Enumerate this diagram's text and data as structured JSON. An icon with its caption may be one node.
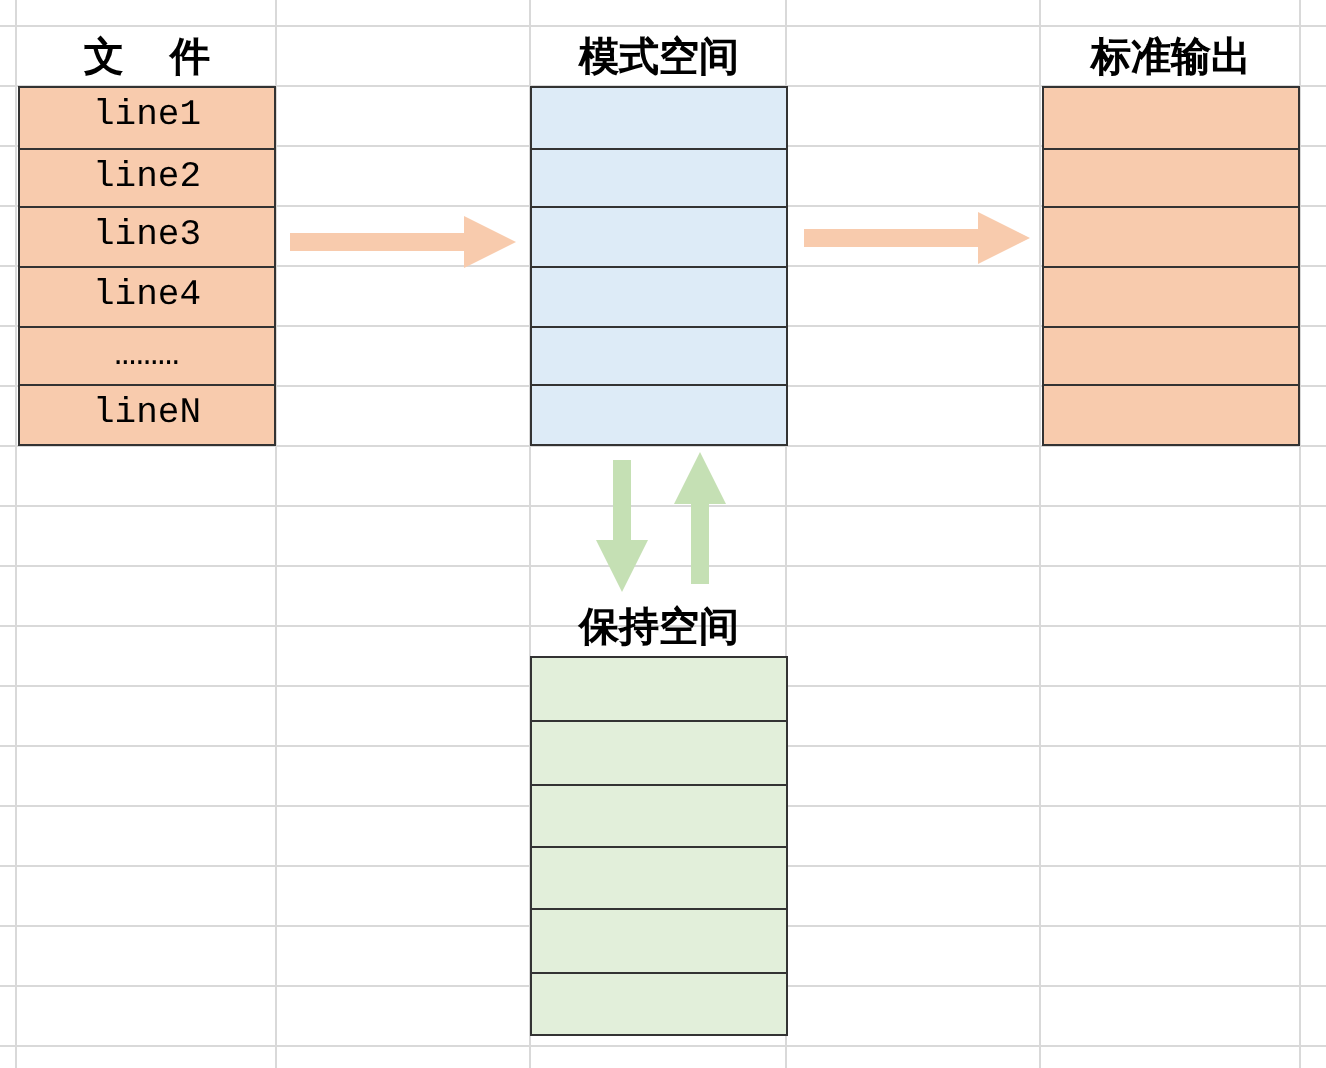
{
  "diagram": {
    "nodes": [
      {
        "text": [
          "文 件"
        ]
      },
      {
        "text": [
          "line1"
        ],
        "in": 0
      },
      {
        "text": [
          "line2"
        ],
        "in": 0
      },
      {
        "text": [
          "line3"
        ],
        "in": 0
      },
      {
        "text": [
          "line4"
        ],
        "in": 0
      },
      {
        "text": [
          "………"
        ],
        "in": 0
      },
      {
        "text": [
          "lineN"
        ],
        "in": 0
      },
      {
        "text": [
          "模式空间"
        ]
      },
      {
        "text": [
          "标准输出"
        ]
      },
      {
        "text": [
          "保持空间"
        ]
      }
    ],
    "edges": [
      {
        "from": 0,
        "to": 7,
        "arrow": "to",
        "color": "#f8cbad"
      },
      {
        "from": 7,
        "to": 8,
        "arrow": "to",
        "color": "#f8cbad"
      },
      {
        "from": 7,
        "to": 9,
        "arrow": "to",
        "color": "#c5e0b4"
      },
      {
        "from": 9,
        "to": 7,
        "arrow": "to",
        "color": "#c5e0b4"
      }
    ]
  }
}
